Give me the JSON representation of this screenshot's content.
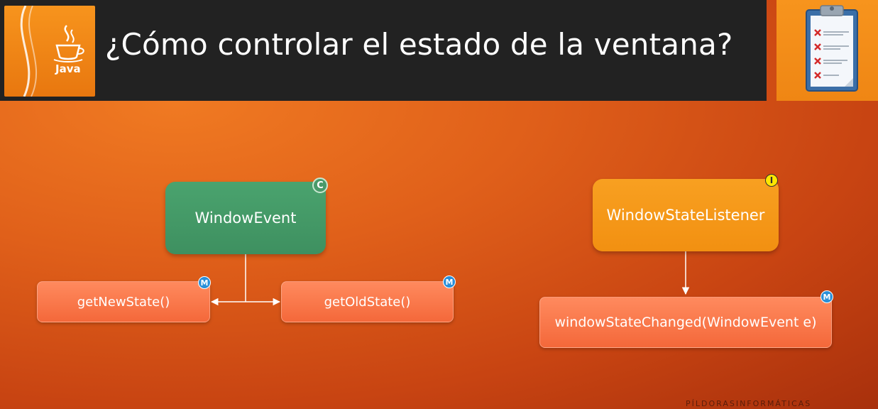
{
  "header": {
    "title": "¿Cómo controlar el estado de la ventana?",
    "logo_label": "Java",
    "logo_icon": "java-coffee-cup-icon",
    "side_icon": "clipboard-checklist-icon"
  },
  "diagram": {
    "class_node": {
      "label": "WindowEvent",
      "badge": "C"
    },
    "interface_node": {
      "label": "WindowStateListener",
      "badge": "I"
    },
    "methods": [
      {
        "label": "getNewState()",
        "badge": "M"
      },
      {
        "label": "getOldState()",
        "badge": "M"
      },
      {
        "label": "windowStateChanged(WindowEvent e)",
        "badge": "M"
      }
    ]
  },
  "footer": {
    "watermark": "PÍLDORASINFORMÁTICAS"
  },
  "colors": {
    "class_green": "#4aa36e",
    "interface_orange": "#f8a021",
    "method_salmon": "#f4683a",
    "header_dark": "#222222",
    "badge_blue": "#2a8fd8"
  }
}
